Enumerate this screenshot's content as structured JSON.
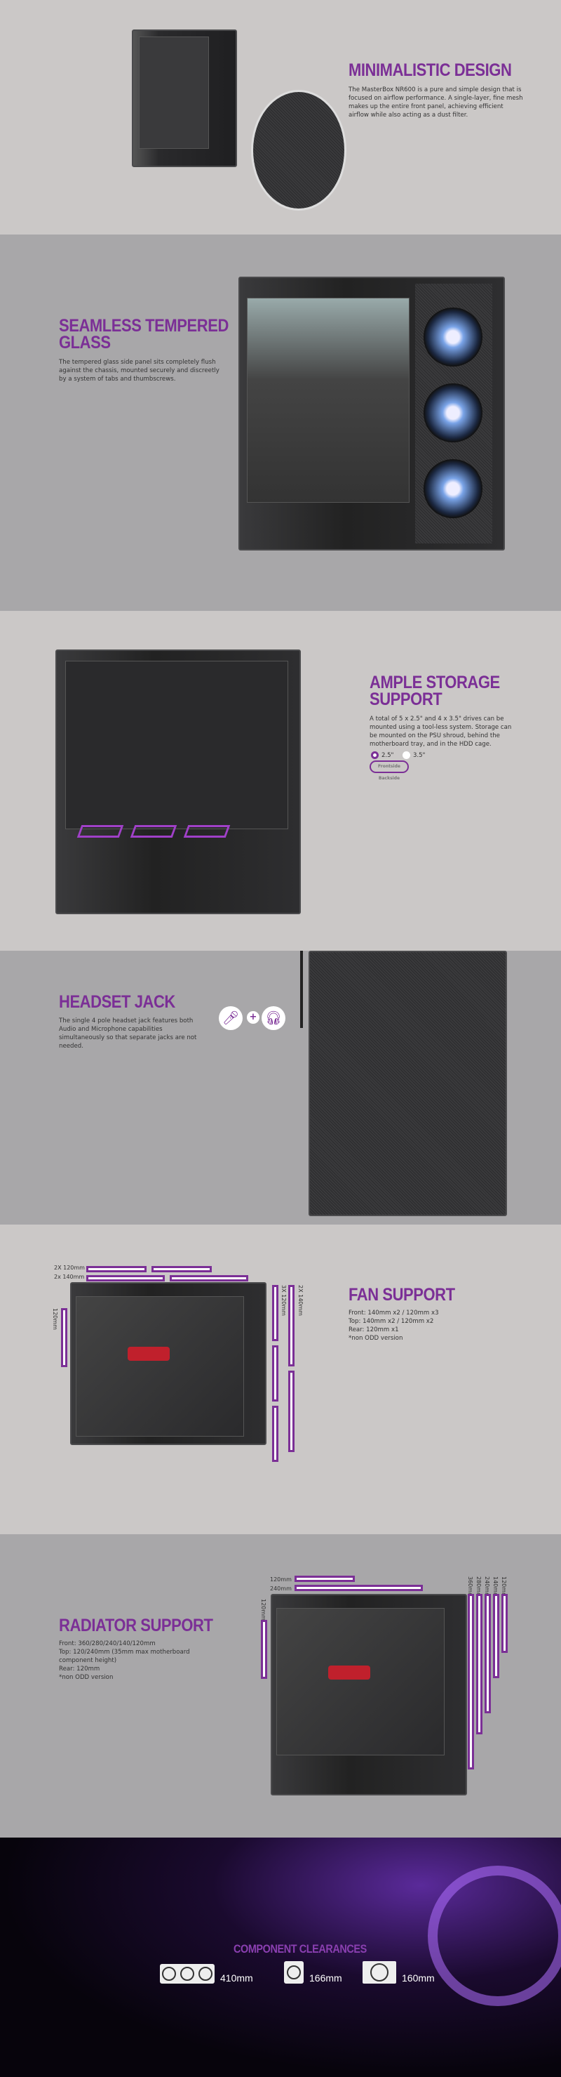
{
  "minimalistic": {
    "title": "MINIMALISTIC DESIGN",
    "body": "The MasterBox NR600 is a pure and simple design that is focused on airflow performance. A single-layer, fine mesh makes up the entire front panel, achieving efficient airflow while also acting as a dust filter."
  },
  "glass": {
    "title_line1": "SEAMLESS TEMPERED",
    "title_line2": "GLASS",
    "body": "The tempered glass side panel sits completely flush against the chassis, mounted securely and discreetly by a system of tabs and thumbscrews."
  },
  "storage": {
    "title_line1": "AMPLE STORAGE",
    "title_line2": "SUPPORT",
    "body": "A total of 5 x 2.5\" and 4 x 3.5\" drives can be mounted using a tool-less system. Storage can be mounted on the PSU shroud, behind the motherboard tray, and in the HDD cage.",
    "options": [
      "2.5\"",
      "3.5\""
    ],
    "views": [
      "Frontside",
      "Backside"
    ]
  },
  "headset": {
    "title": "HEADSET JACK",
    "body": "The single 4 pole headset jack features both Audio and Microphone capabilities simultaneously so that separate jacks are not needed.",
    "plus": "+"
  },
  "fan": {
    "title": "FAN SUPPORT",
    "lines": [
      "Front: 140mm x2 / 120mm x3",
      "Top: 140mm x2 / 120mm x2",
      "Rear: 120mm x1",
      "*non ODD version"
    ],
    "labels": {
      "top120": "2X 120mm",
      "top140": "2x 140mm",
      "rear": "120mm",
      "front120": "3X 120mm",
      "front140": "2X 140mm"
    }
  },
  "radiator": {
    "title": "RADIATOR SUPPORT",
    "lines": [
      "Front: 360/280/240/140/120mm",
      "Top: 120/240mm (35mm max motherboard component height)",
      "Rear: 120mm",
      "*non ODD version"
    ],
    "labels": {
      "top120": "120mm",
      "top240": "240mm",
      "rear": "120mm",
      "front": [
        "360mm",
        "280mm",
        "240mm",
        "140mm",
        "120mm"
      ]
    }
  },
  "clearances": {
    "title": "COMPONENT CLEARANCES",
    "items": [
      {
        "icon": "gpu-icon",
        "value": "410mm"
      },
      {
        "icon": "cpu-cooler-icon",
        "value": "166mm"
      },
      {
        "icon": "psu-icon",
        "value": "160mm"
      }
    ]
  }
}
